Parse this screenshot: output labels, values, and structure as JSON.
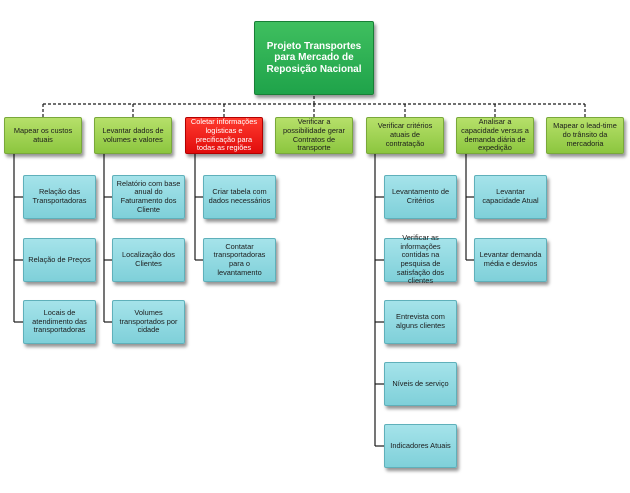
{
  "root": {
    "label": "Projeto Transportes para Mercado de Reposição Nacional"
  },
  "branches": [
    {
      "label": "Mapear  os custos atuais",
      "children": [
        "Relação das Transportadoras",
        "Relação de Preços",
        "Locais de atendimento das transportadoras"
      ]
    },
    {
      "label": "Levantar dados de volumes e valores",
      "children": [
        "Relatório com base anual do Faturamento dos Cliente",
        "Localização dos Clientes",
        "Volumes transportados por cidade"
      ]
    },
    {
      "label": "Coletar informações logísticas e precificação para todas as regiões",
      "highlight": true,
      "children": [
        "Criar tabela com dados necessários",
        "Contatar transportadoras para o levantamento"
      ]
    },
    {
      "label": "Verificar a possibilidade gerar Contratos de transporte",
      "children": []
    },
    {
      "label": "Verificar critérios atuais de contratação",
      "children": [
        "Levantamento de Critérios",
        "Verificar as informações contidas na pesquisa de satisfação dos clientes",
        "Entrevista com alguns clientes",
        "Níveis de serviço",
        "Indicadores Atuais"
      ]
    },
    {
      "label": "Analisar a capacidade versus a demanda diária de expedição",
      "children": [
        "Levantar capacidade Atual",
        "Levantar demanda média e desvios"
      ]
    },
    {
      "label": "Mapear o lead-time do trânsito da mercadoria",
      "children": []
    }
  ],
  "colors": {
    "root": "#1fa34a",
    "level1": "#8cc63f",
    "highlight": "#e10c0c",
    "level2": "#7fd0d9",
    "connector": "#1a1a1a"
  }
}
